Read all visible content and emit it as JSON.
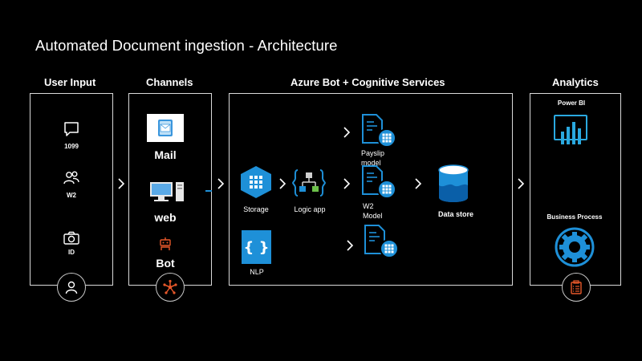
{
  "title": "Automated Document ingestion - Architecture",
  "headers": {
    "user_input": "User Input",
    "channels": "Channels",
    "azure": "Azure Bot + Cognitive Services",
    "analytics": "Analytics"
  },
  "user_input": {
    "items": [
      "1099",
      "W2",
      "ID"
    ]
  },
  "channels": {
    "items": [
      "Mail",
      "web",
      "Bot"
    ]
  },
  "azure": {
    "storage": "Storage",
    "logic_app": "Logic app",
    "nlp": "NLP",
    "payslip_line1": "Payslip",
    "payslip_line2": "model",
    "w2_line1": "W2",
    "w2_line2": "Model",
    "data_store": "Data store"
  },
  "analytics": {
    "power_bi": "Power BI",
    "business_process": "Business Process"
  },
  "colors": {
    "azure_blue": "#1e90d8",
    "accent_orange": "#e8582a",
    "panel_border": "#d9d9d9"
  }
}
